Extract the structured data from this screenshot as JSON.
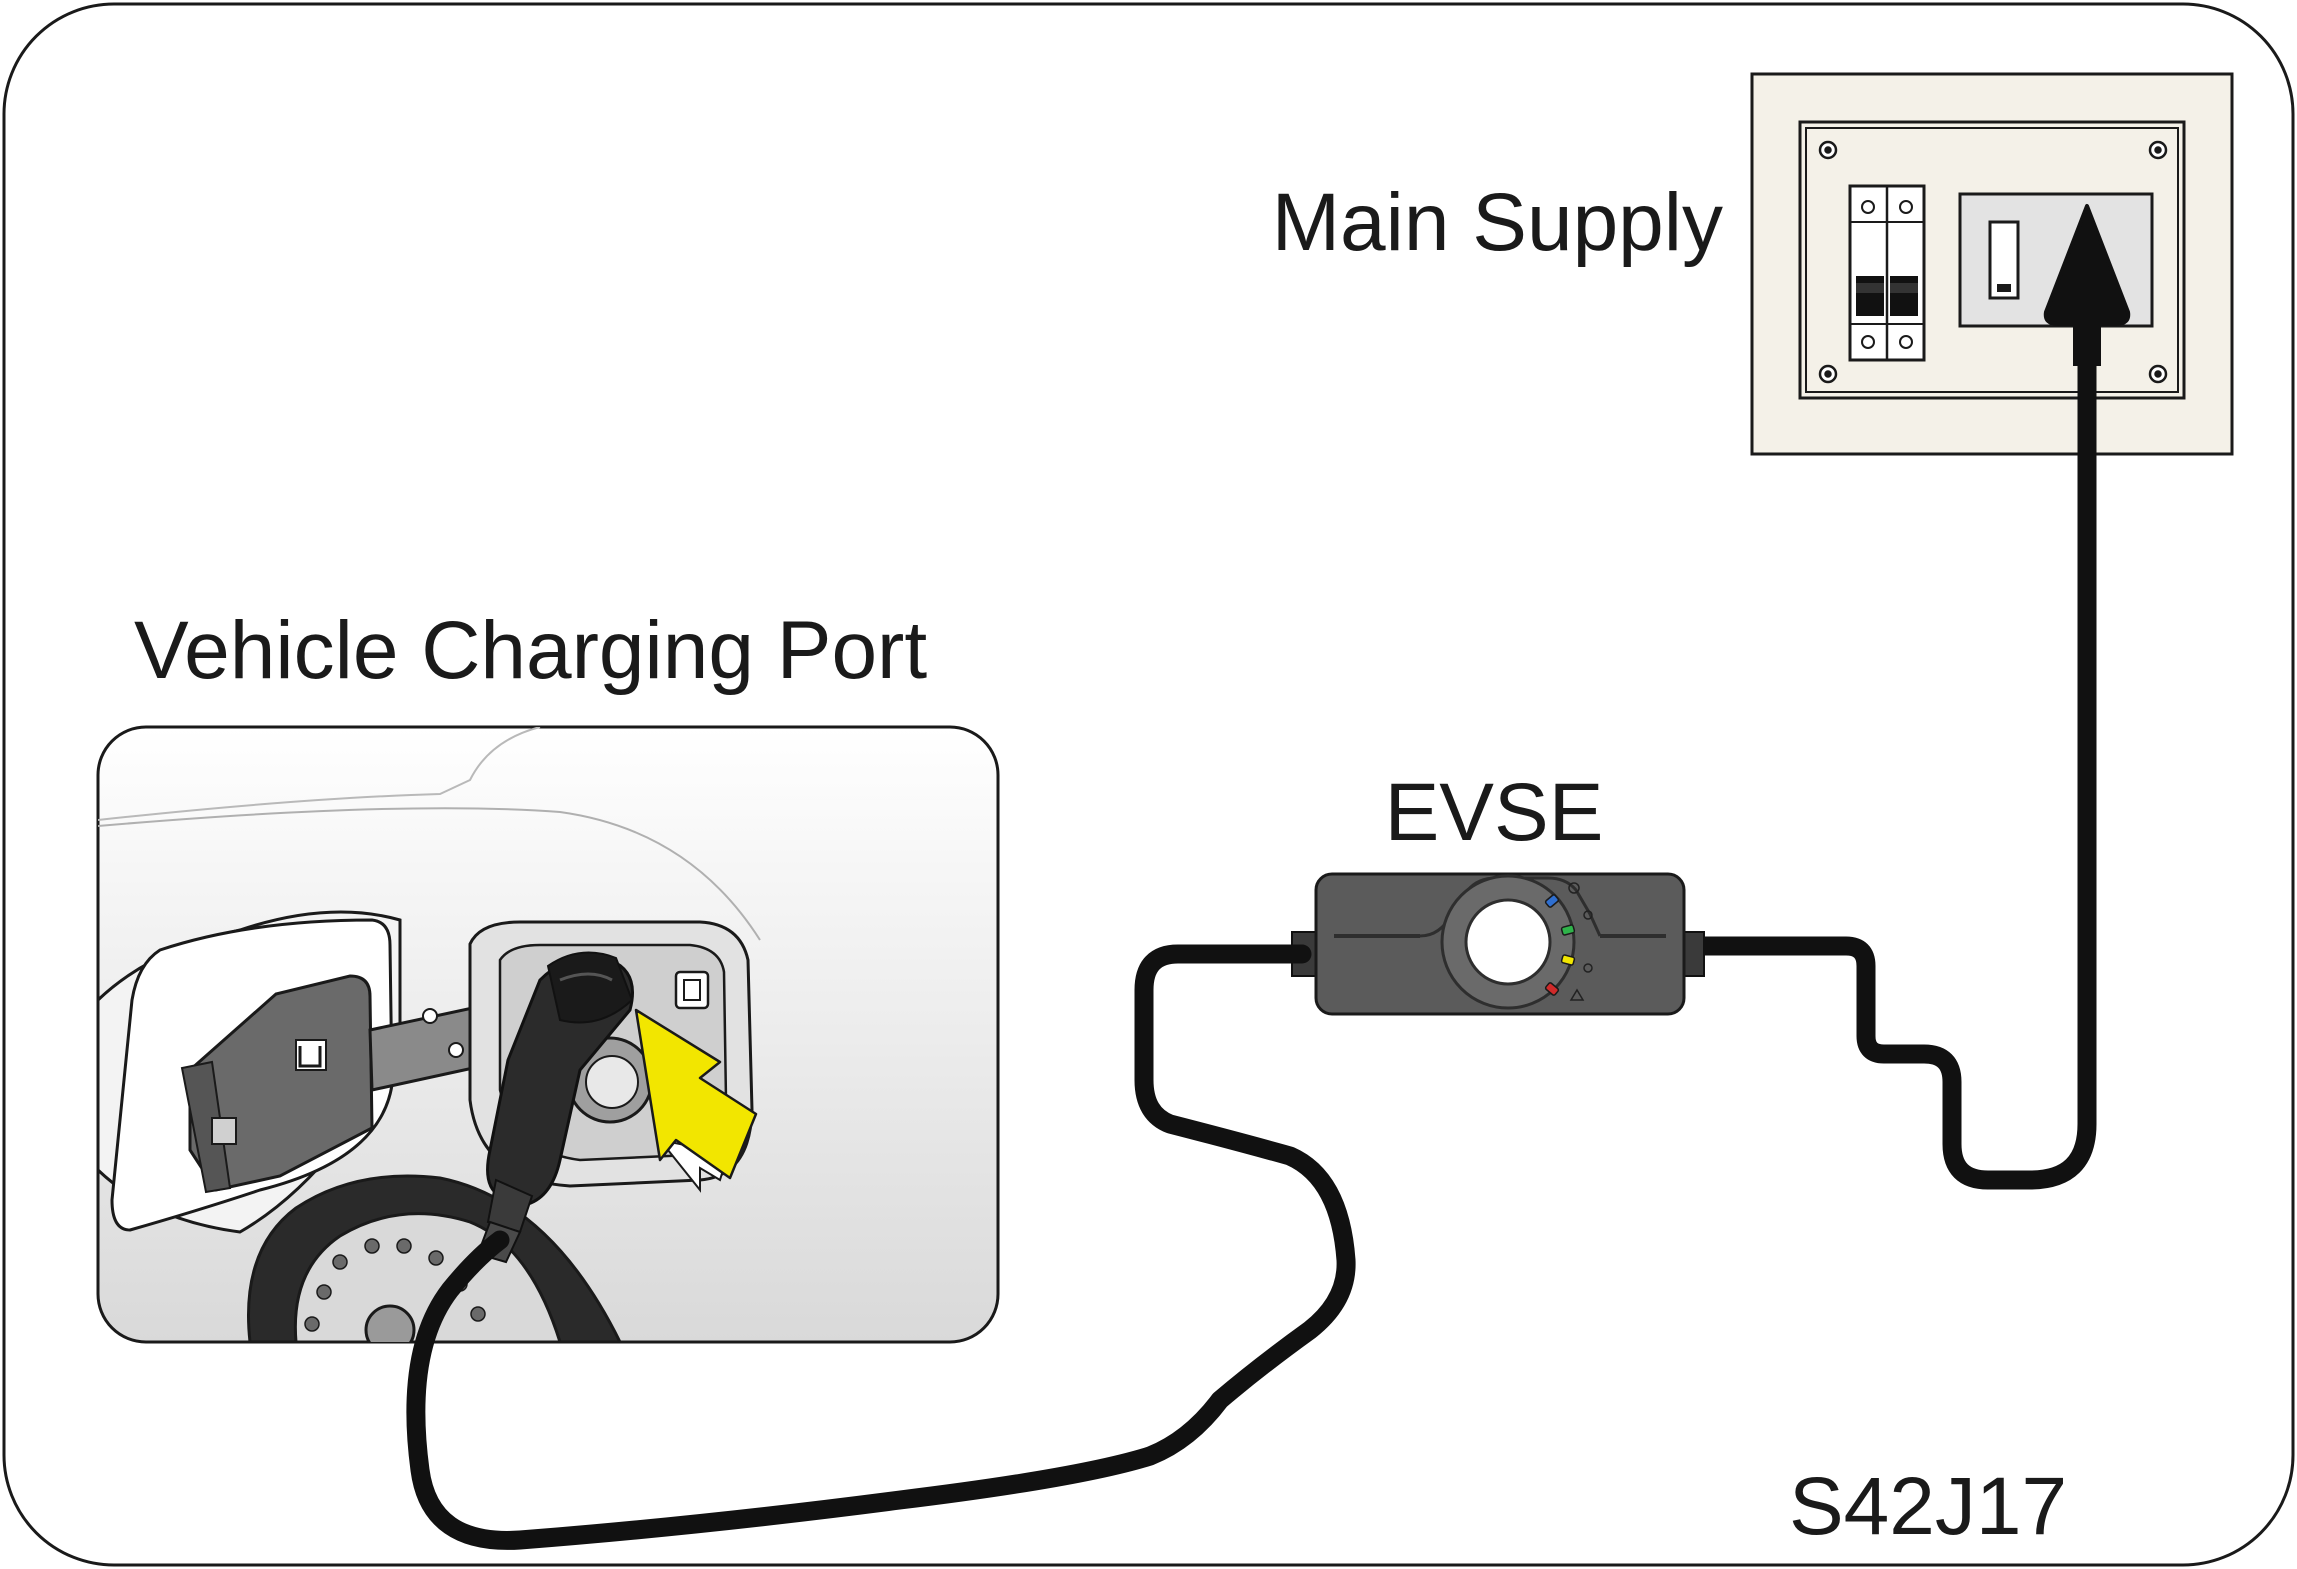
{
  "labels": {
    "main_supply": "Main Supply",
    "vehicle_port": "Vehicle Charging Port",
    "evse": "EVSE",
    "figure_code": "S42J17"
  },
  "colors": {
    "outline": "#1a1a1a",
    "cable": "#111111",
    "wall_plate": "#f4f1e8",
    "evse_body": "#5b5b5b",
    "arrow": "#f2e600",
    "led_blue": "#2f6fd0",
    "led_green": "#2fb34a",
    "led_yellow": "#f2e600",
    "led_red": "#d02a2a"
  },
  "icons": [
    "circuit-breaker-icon",
    "wall-switch-icon",
    "plug-icon",
    "evse-status-led-icons",
    "insert-arrow-icon"
  ]
}
